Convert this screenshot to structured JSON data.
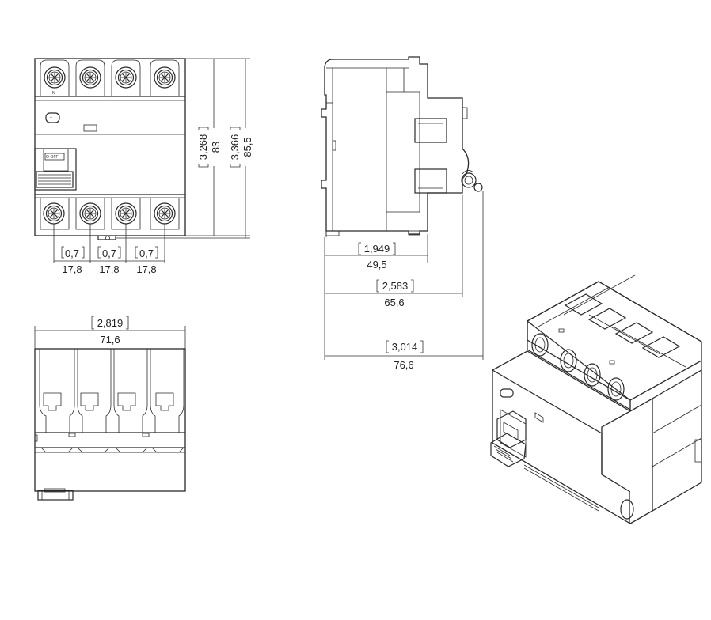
{
  "front_view": {
    "neutral_mark": "N",
    "test_button_mark": "T",
    "switch_label": "O-OFF",
    "height_inch": "3,268",
    "height_mm": "83",
    "total_height_inch": "3,366",
    "total_height_mm": "85,5",
    "pitch_inch": "0,7",
    "pitch_mm": "17,8"
  },
  "top_view": {
    "width_inch": "2,819",
    "width_mm": "71,6"
  },
  "side_view": {
    "depth1_inch": "1,949",
    "depth1_mm": "49,5",
    "depth2_inch": "2,583",
    "depth2_mm": "65,6",
    "depth3_inch": "3,014",
    "depth3_mm": "76,6"
  }
}
